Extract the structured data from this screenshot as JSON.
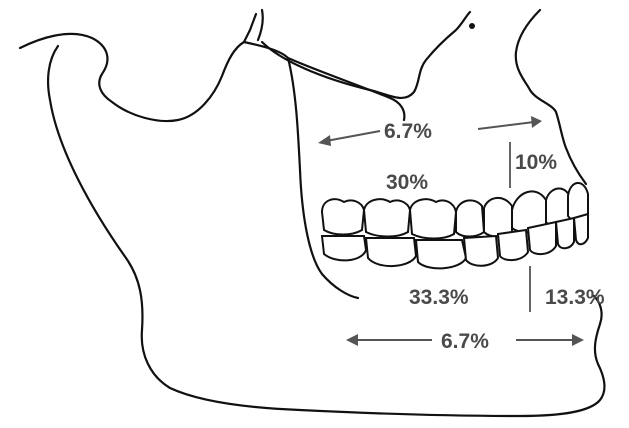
{
  "labels": {
    "upper_width": "6.7%",
    "upper_posterior": "30%",
    "upper_anterior": "10%",
    "lower_posterior": "33.3%",
    "lower_anterior": "13.3%",
    "lower_width": "6.7%"
  },
  "colors": {
    "outline": "#111111",
    "label_text": "#4a4a4a",
    "arrow": "#555555",
    "background": "#ffffff"
  }
}
